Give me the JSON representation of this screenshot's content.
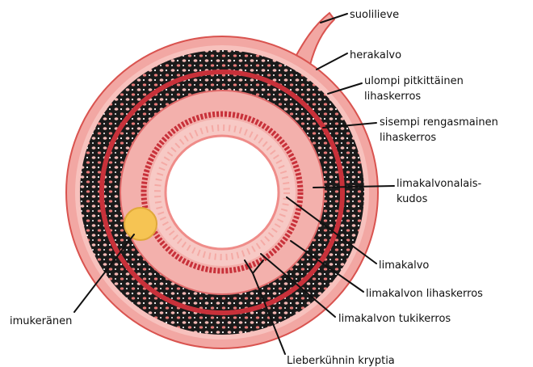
{
  "labels": {
    "suolilieve": "suolilieve",
    "herakalvo": "herakalvo",
    "ulompi_1": "ulompi pitkittäinen",
    "ulompi_2": "lihaskerros",
    "sisempi_1": "sisempi rengasmainen",
    "sisempi_2": "lihaskerros",
    "limakalvonalais_1": "limakalvonalais-",
    "limakalvonalais_2": "kudos",
    "limakalvo": "limakalvo",
    "limakalvon_lihaskerros": "limakalvon lihaskerros",
    "limakalvon_tukikerros": "limakalvon tukikerros",
    "lieberkuhn": "Lieberkühnin kryptia",
    "imukeranen": "imukeränen"
  },
  "colors": {
    "serosa": "#f2a7a3",
    "outline": "#d9534f",
    "muscle_dark": "#1a1a1a",
    "muscle_red": "#c8313a",
    "submucosa": "#f3b0ac",
    "mucosa": "#f7c9c5",
    "lymph_node": "#f6c453",
    "lumen": "#ffffff"
  }
}
